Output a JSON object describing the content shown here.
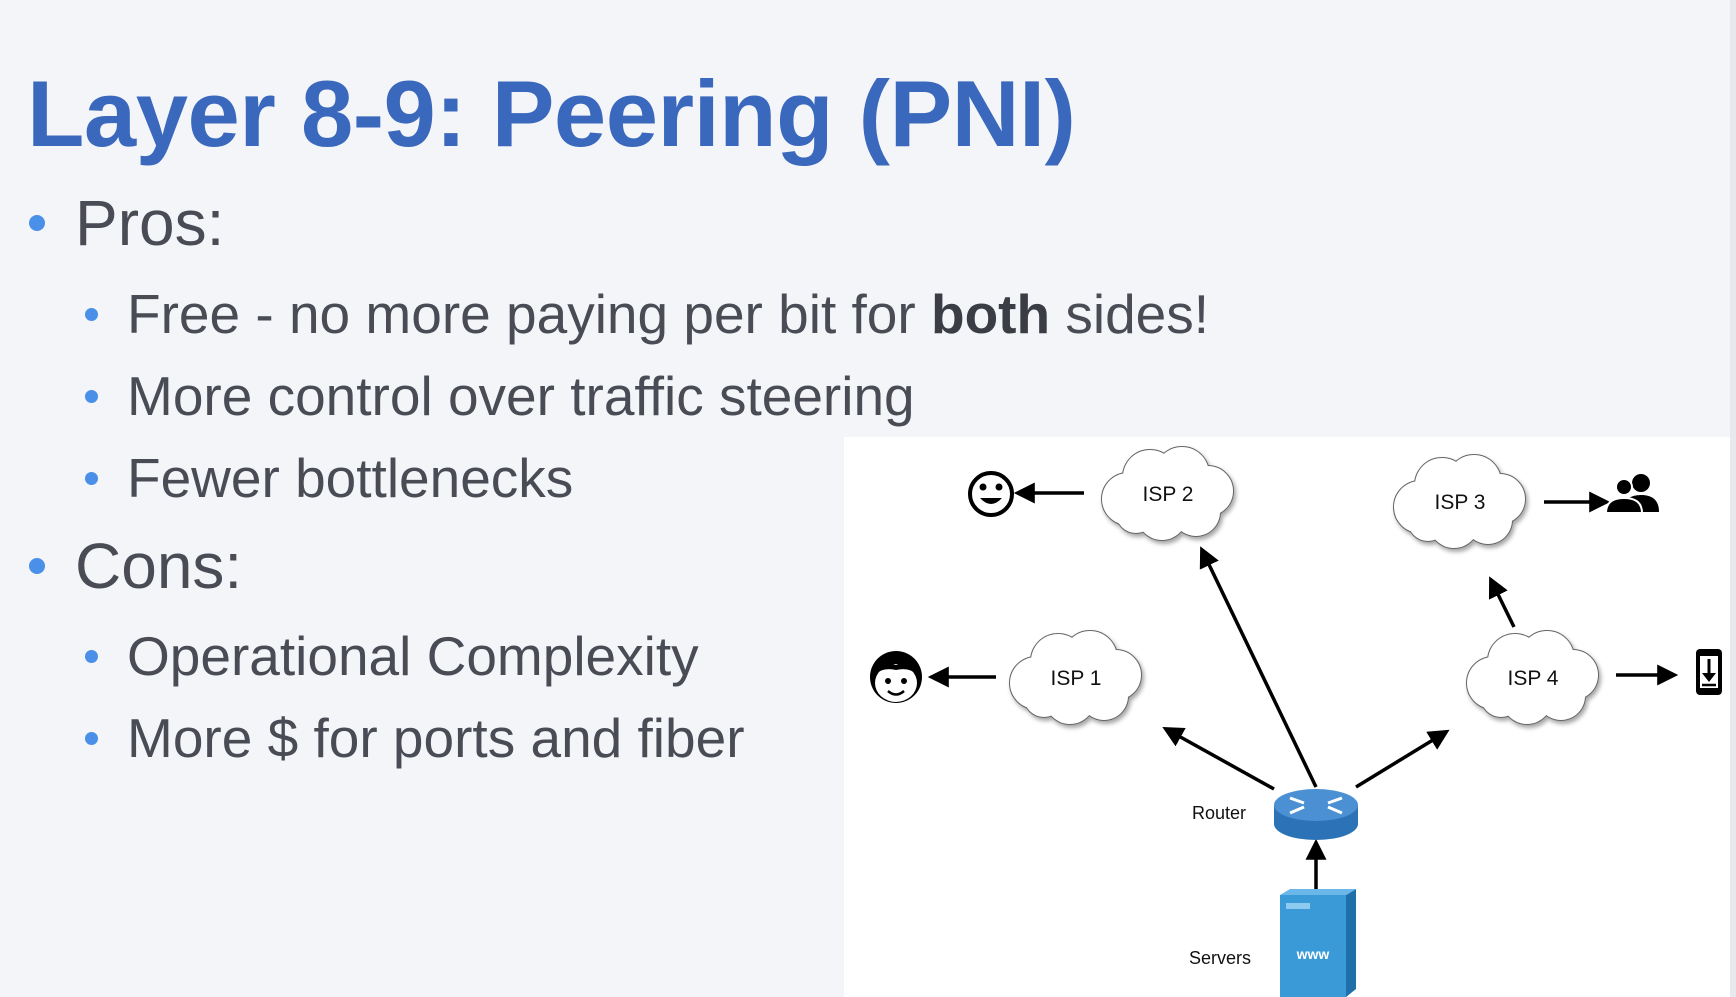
{
  "slide": {
    "title": "Layer 8-9: Peering (PNI)",
    "pros": {
      "heading": "Pros:",
      "items": [
        {
          "before": "Free - no more paying per bit for ",
          "bold": "both",
          "after": " sides!"
        },
        {
          "text": "More control over traffic steering"
        },
        {
          "text": "Fewer bottlenecks"
        }
      ]
    },
    "cons": {
      "heading": "Cons:",
      "items": [
        {
          "text": "Operational Complexity"
        },
        {
          "text": "More $ for ports and fiber"
        }
      ]
    }
  },
  "diagram": {
    "isp1": "ISP 1",
    "isp2": "ISP 2",
    "isp3": "ISP 3",
    "isp4": "ISP 4",
    "router_label": "Router",
    "servers_label": "Servers",
    "server_badge": "www",
    "colors": {
      "router": "#2b73b6",
      "server": "#3a9ad8",
      "bullet": "#4a8fe8",
      "title": "#3a68bd"
    }
  }
}
